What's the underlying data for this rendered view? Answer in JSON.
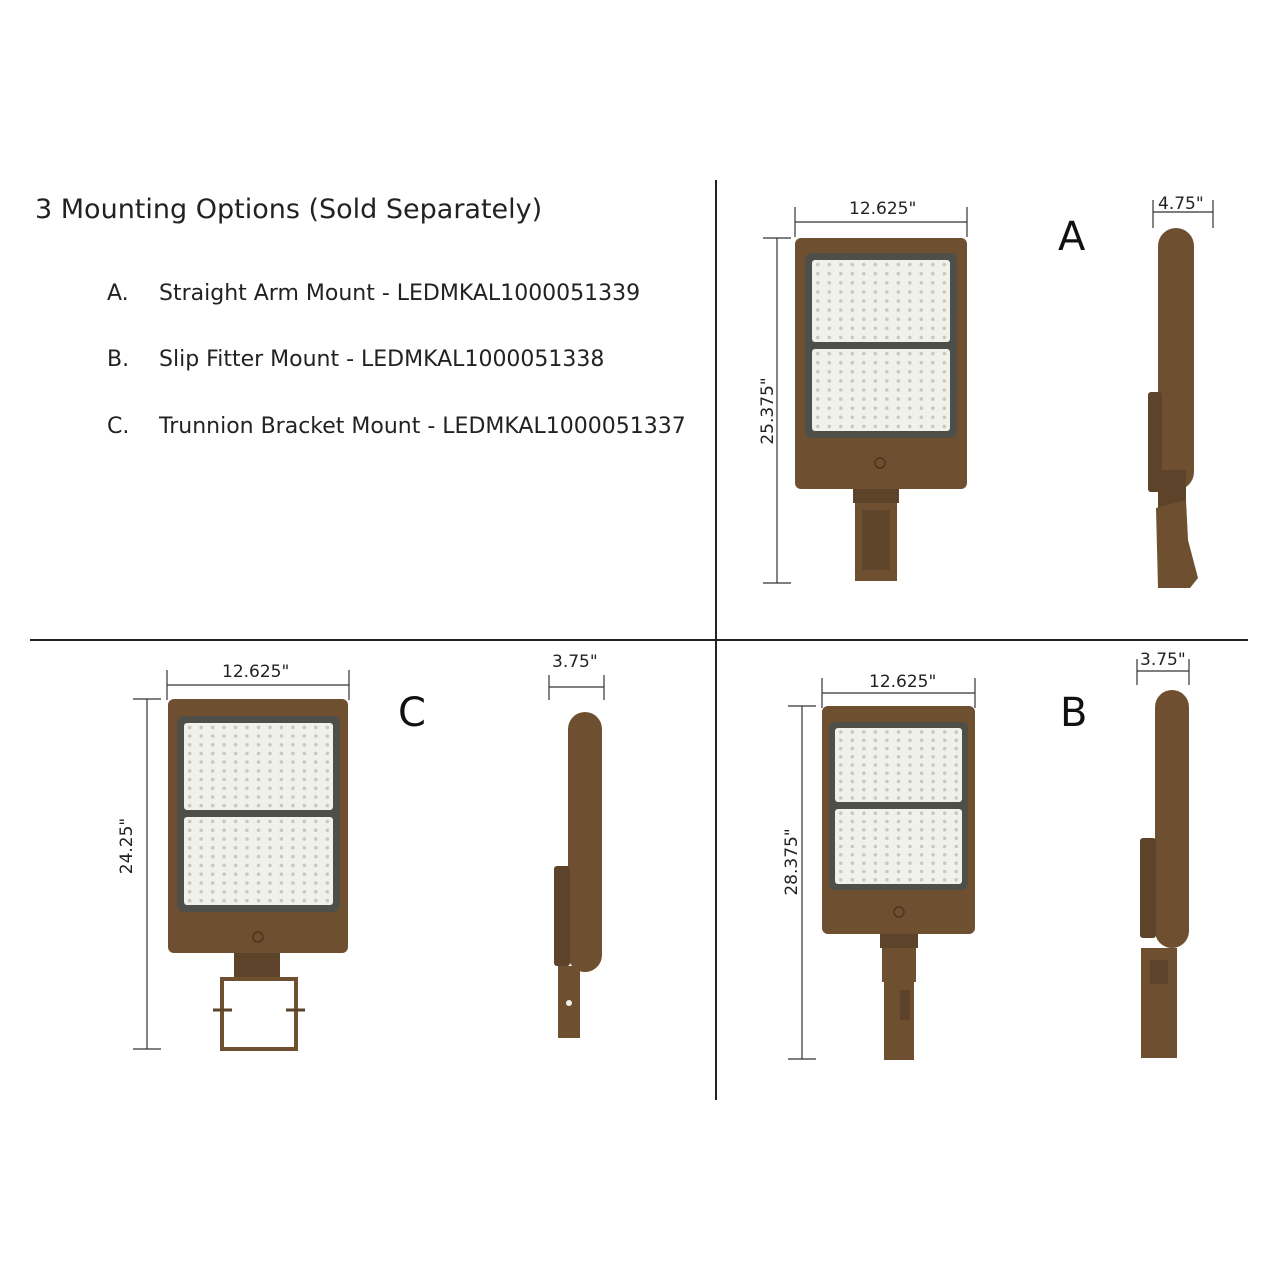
{
  "title": "3 Mounting Options (Sold Separately)",
  "options": [
    {
      "letter": "A.",
      "label": "Straight Arm Mount - LEDMKAL1000051339"
    },
    {
      "letter": "B.",
      "label": "Slip Fitter Mount - LEDMKAL1000051338"
    },
    {
      "letter": "C.",
      "label": "Trunnion Bracket Mount - LEDMKAL1000051337"
    }
  ],
  "panels": {
    "a": {
      "letter": "A",
      "width": "12.625\"",
      "height": "25.375\"",
      "depth": "4.75\""
    },
    "c": {
      "letter": "C",
      "width": "12.625\"",
      "height": "24.25\"",
      "depth": "3.75\""
    },
    "b": {
      "letter": "B",
      "width": "12.625\"",
      "height": "28.375\"",
      "depth": "3.75\""
    }
  },
  "colors": {
    "housing": "#6e5030",
    "led_bg": "#f1f1ec",
    "led_dot": "#c9c9bf",
    "frame": "#4f4f4a"
  }
}
